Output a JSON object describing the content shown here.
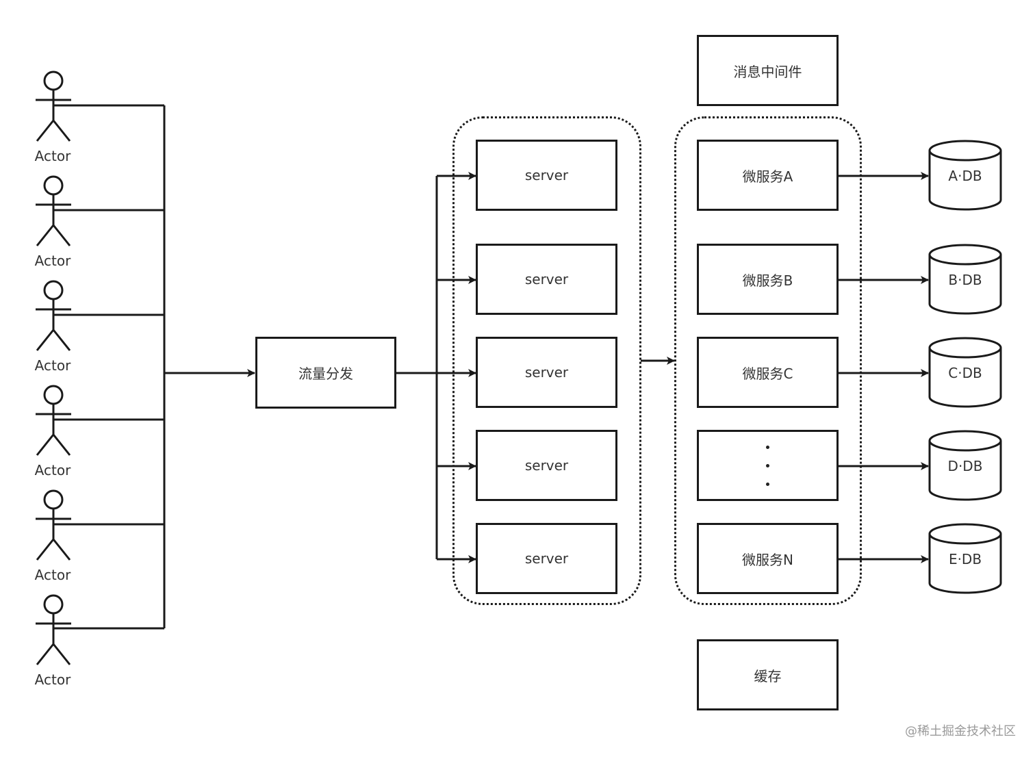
{
  "actors": [
    {
      "label": "Actor"
    },
    {
      "label": "Actor"
    },
    {
      "label": "Actor"
    },
    {
      "label": "Actor"
    },
    {
      "label": "Actor"
    },
    {
      "label": "Actor"
    }
  ],
  "dispatcher": {
    "label": "流量分发"
  },
  "servers": [
    {
      "label": "server"
    },
    {
      "label": "server"
    },
    {
      "label": "server"
    },
    {
      "label": "server"
    },
    {
      "label": "server"
    }
  ],
  "middleware": {
    "label": "消息中间件"
  },
  "microservices": [
    {
      "label": "微服务A"
    },
    {
      "label": "微服务B"
    },
    {
      "label": "微服务C"
    },
    {
      "label": ""
    },
    {
      "label": "微服务N"
    }
  ],
  "cache": {
    "label": "缓存"
  },
  "databases": [
    {
      "label": "A·DB"
    },
    {
      "label": "B·DB"
    },
    {
      "label": "C·DB"
    },
    {
      "label": "D·DB"
    },
    {
      "label": "E·DB"
    }
  ],
  "watermark": "@稀土掘金技术社区"
}
